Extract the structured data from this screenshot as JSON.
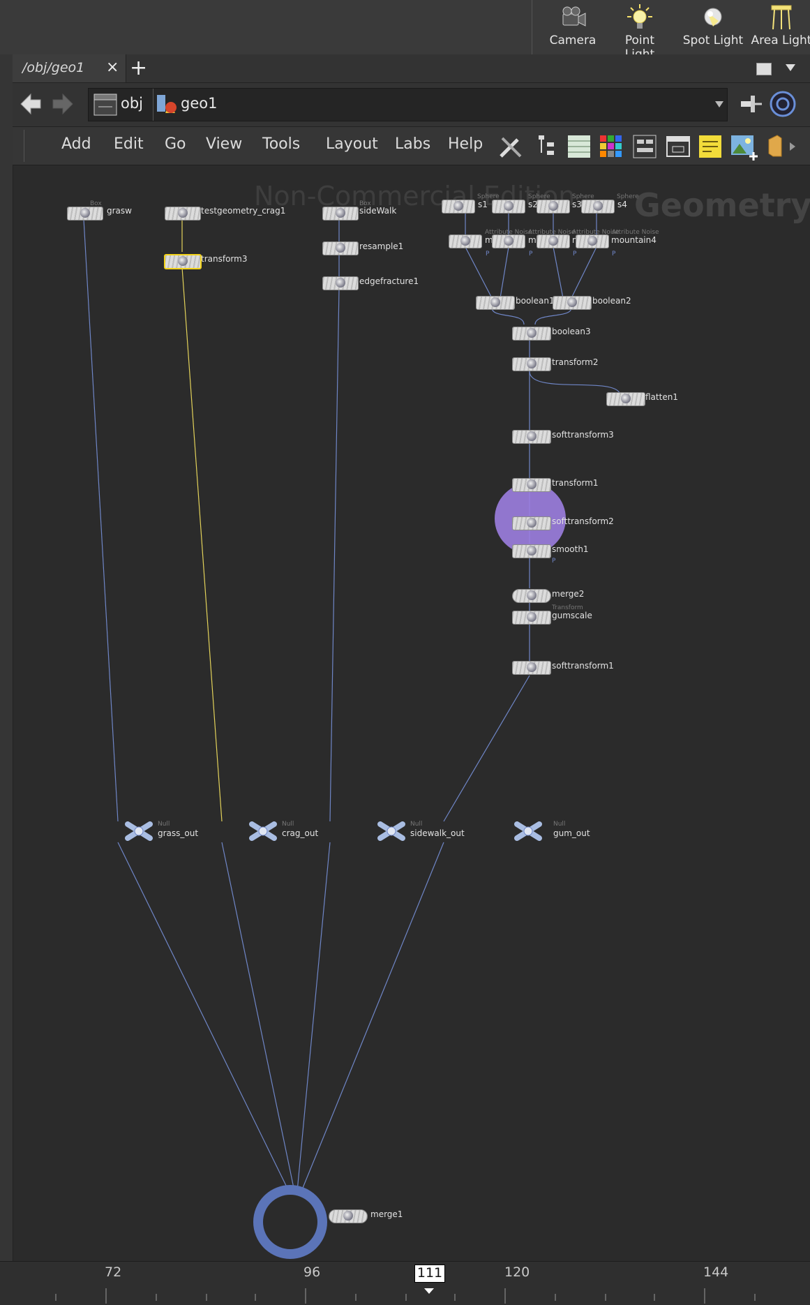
{
  "shelf": {
    "tools": [
      {
        "label": "Camera",
        "icon": "camera-icon"
      },
      {
        "label": "Point Light",
        "icon": "point-light-icon"
      },
      {
        "label": "Spot Light",
        "icon": "spot-light-icon"
      },
      {
        "label": "Area Light",
        "icon": "area-light-icon"
      }
    ]
  },
  "tabbar": {
    "tab_label": "/obj/geo1",
    "close": "×",
    "add": "+"
  },
  "pathbar": {
    "crumbs": [
      "obj",
      "geo1"
    ]
  },
  "menubar": {
    "items": [
      "Add",
      "Edit",
      "Go",
      "View",
      "Tools",
      "Layout",
      "Labs",
      "Help"
    ]
  },
  "network": {
    "watermark": "Non-Commercial Edition",
    "context": "Geometry",
    "nodes": [
      {
        "name": "grasw",
        "type": "Box"
      },
      {
        "name": "testgeometry_crag1",
        "type": ""
      },
      {
        "name": "transform3",
        "type": ""
      },
      {
        "name": "sideWalk",
        "type": "Box"
      },
      {
        "name": "resample1",
        "type": ""
      },
      {
        "name": "edgefracture1",
        "type": ""
      },
      {
        "name": "s1",
        "type": "Sphere"
      },
      {
        "name": "s2",
        "type": "Sphere"
      },
      {
        "name": "s3",
        "type": "Sphere"
      },
      {
        "name": "s4",
        "type": "Sphere"
      },
      {
        "name": "m",
        "type": "Attribute Noise"
      },
      {
        "name": "mo",
        "type": "Attribute Noise"
      },
      {
        "name": "m",
        "type": "Attribute Noise"
      },
      {
        "name": "mountain4",
        "type": "Attribute Noise"
      },
      {
        "name": "boolean1",
        "type": ""
      },
      {
        "name": "boolean2",
        "type": ""
      },
      {
        "name": "boolean3",
        "type": ""
      },
      {
        "name": "transform2",
        "type": ""
      },
      {
        "name": "flatten1",
        "type": ""
      },
      {
        "name": "softtransform3",
        "type": ""
      },
      {
        "name": "transform1",
        "type": ""
      },
      {
        "name": "softtransform2",
        "type": ""
      },
      {
        "name": "smooth1",
        "type": ""
      },
      {
        "name": "merge2",
        "type": ""
      },
      {
        "name": "gumscale",
        "type": "Transform"
      },
      {
        "name": "softtransform1",
        "type": ""
      },
      {
        "name": "grass_out",
        "type": "Null"
      },
      {
        "name": "crag_out",
        "type": "Null"
      },
      {
        "name": "sidewalk_out",
        "type": "Null"
      },
      {
        "name": "gum_out",
        "type": "Null"
      },
      {
        "name": "merge1",
        "type": ""
      }
    ],
    "flag_p": "P"
  },
  "timeline": {
    "ticks": [
      "72",
      "96",
      "120",
      "144"
    ],
    "current_frame": "111"
  },
  "colors": {
    "wire": "#6f86c7",
    "selected_wire": "#e3d25a",
    "softtransform_disc": "#9c7ee0",
    "merge_ring": "#5b74b8"
  }
}
